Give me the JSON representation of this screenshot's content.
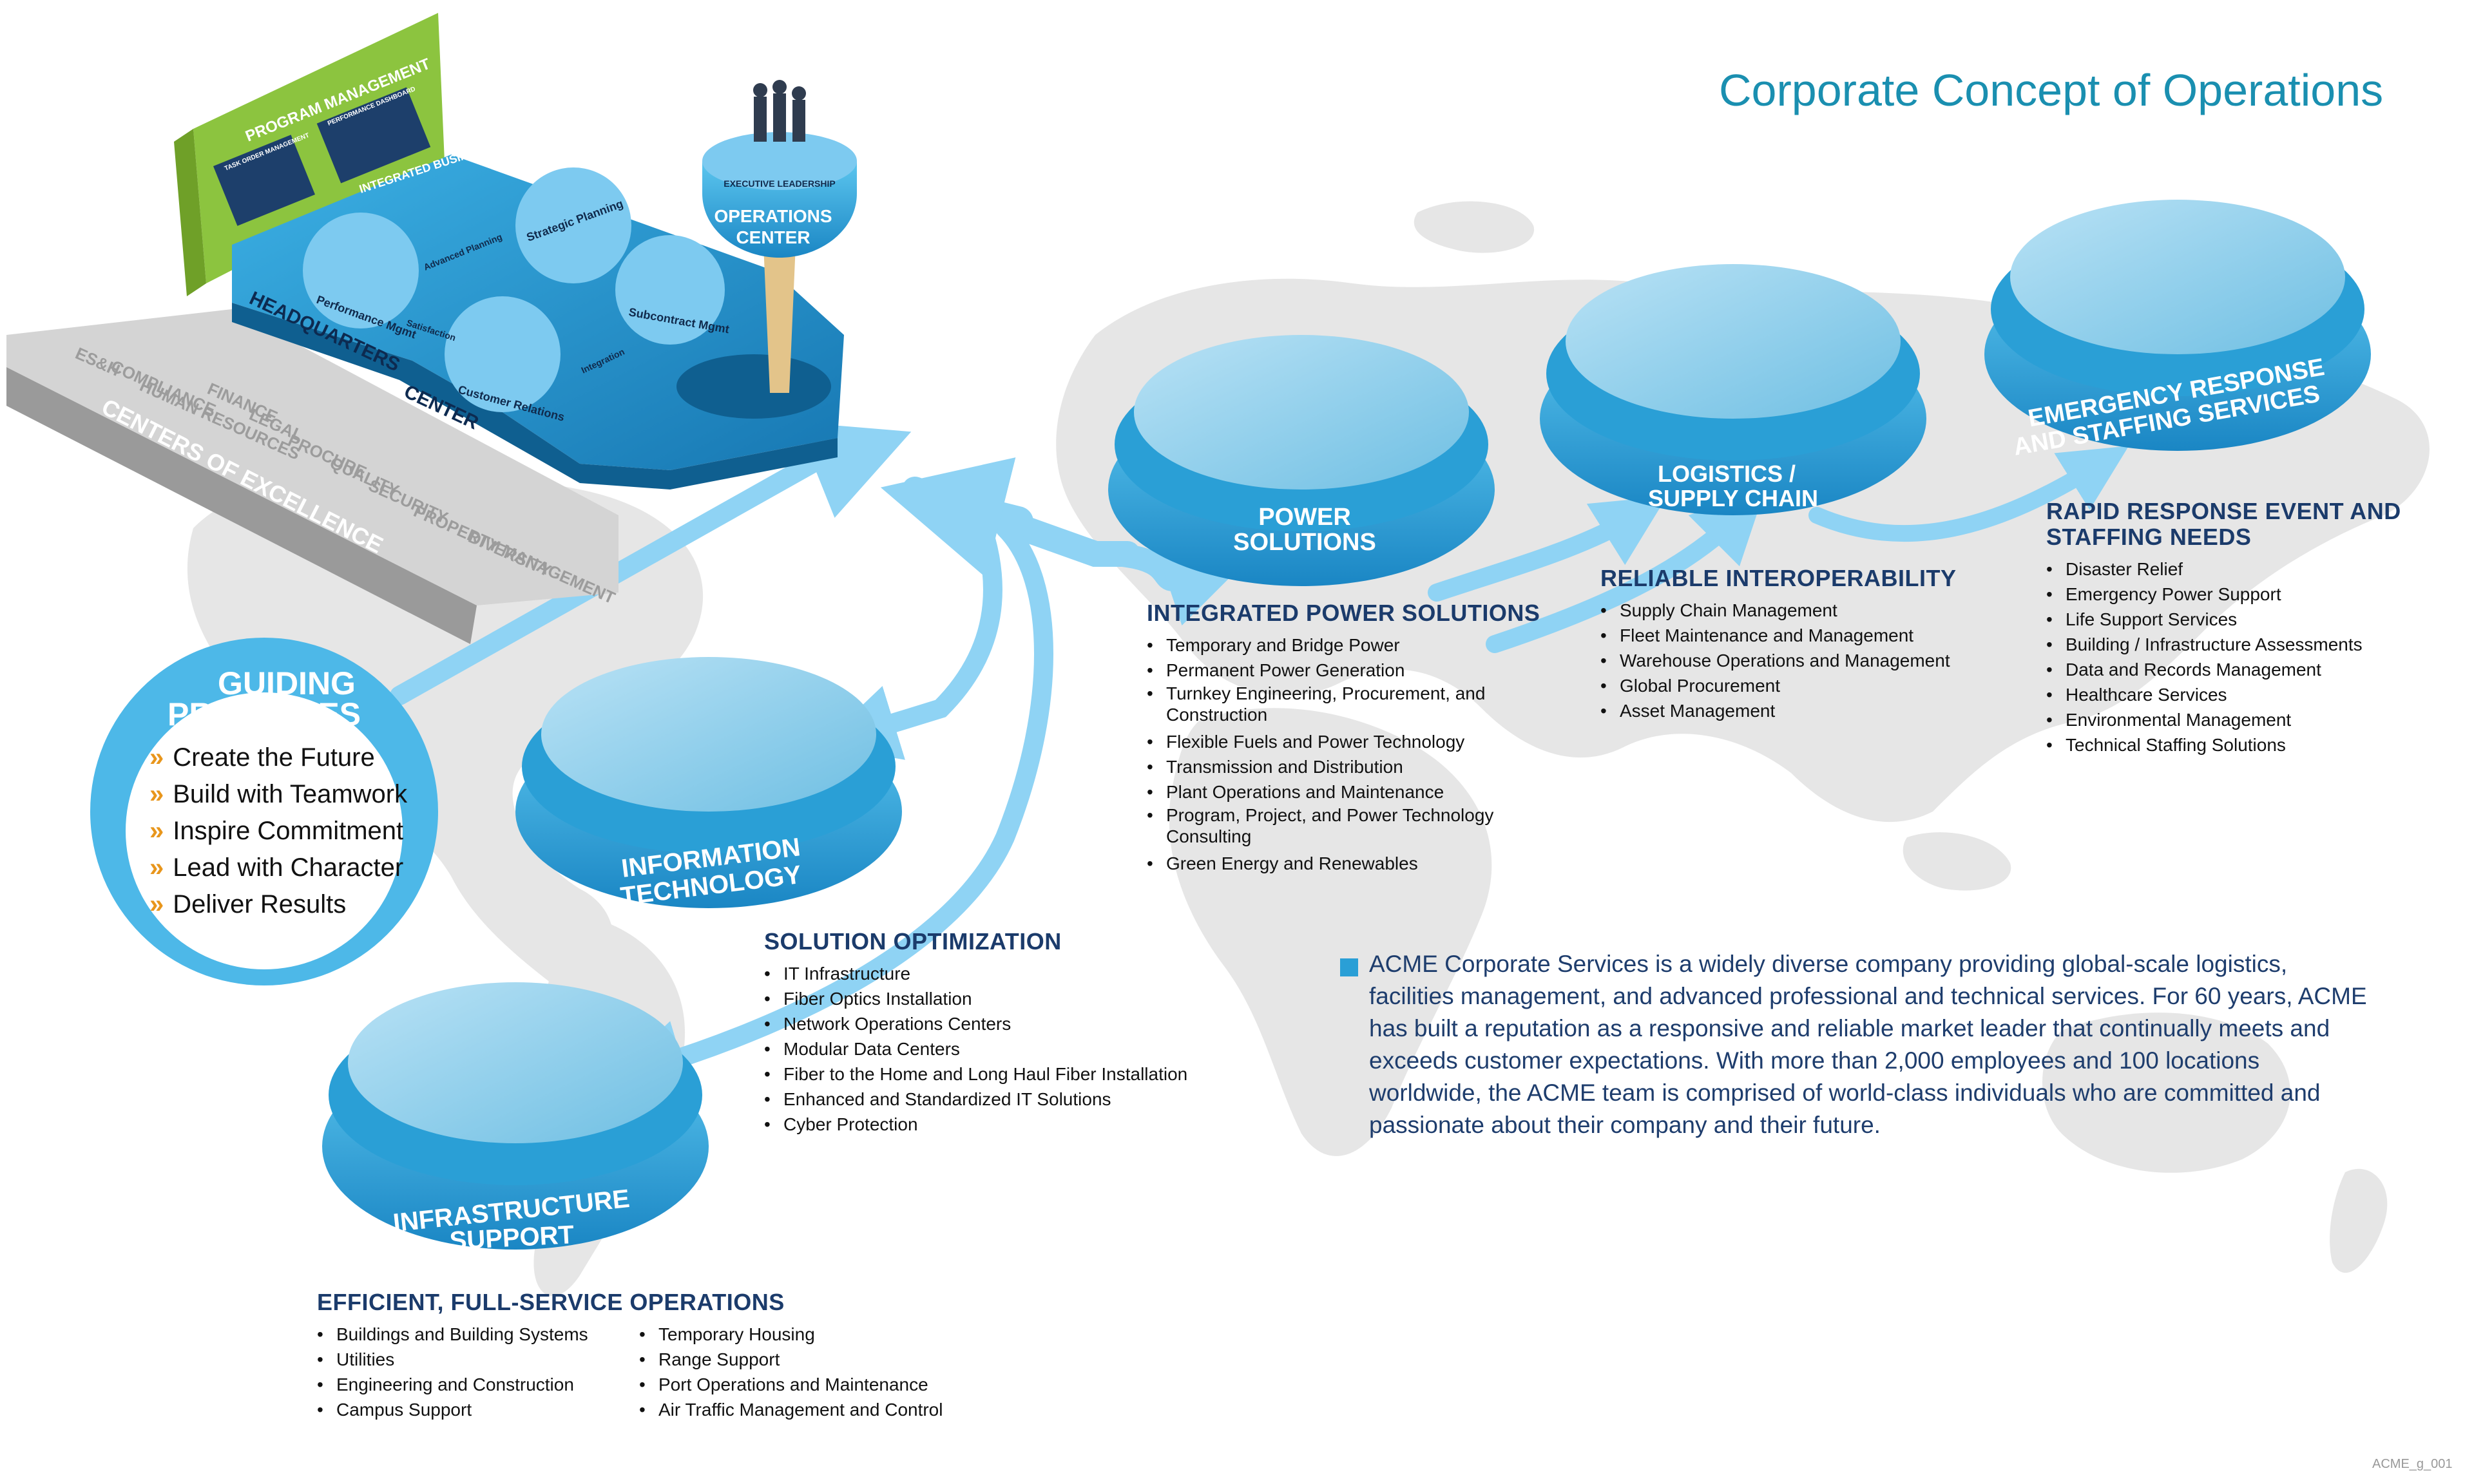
{
  "title": "Corporate Concept of Operations",
  "headquarters": {
    "label_line1": "HEADQUARTERS",
    "label_line2": "CENTER",
    "program_management": "PROGRAM MANAGEMENT",
    "integrated_business_systems": "INTEGRATED BUSINESS SYSTEMS",
    "task_order_management": "TASK ORDER MANAGEMENT",
    "performance_dashboard": "PERFORMANCE DASHBOARD",
    "performance_mgmt": "Performance Mgmt",
    "strategic_planning": "Strategic Planning",
    "subcontract_mgmt": "Subcontract Mgmt",
    "customer_relations": "Customer Relations",
    "advanced_planning": "Advanced Planning",
    "satisfaction": "Satisfaction",
    "integration": "Integration"
  },
  "centers_of_excellence": {
    "label": "CENTERS OF EXCELLENCE",
    "items": [
      "ES&H",
      "COMPLIANCE",
      "HUMAN RESOURCES",
      "FINANCE",
      "LEGAL",
      "PROCURE",
      "QUALITY",
      "SECURITY",
      "PROPERTY MANAGEMENT",
      "DIVERSITY"
    ]
  },
  "operations_center": {
    "line1": "OPERATIONS",
    "line2": "CENTER",
    "executive": "EXECUTIVE LEADERSHIP"
  },
  "guiding_principles": {
    "title_line1": "GUIDING",
    "title_line2": "PRINCIPLES",
    "chevron": "»",
    "items": [
      "Create the Future",
      "Build with Teamwork",
      "Inspire Commitment",
      "Lead with Character",
      "Deliver Results"
    ]
  },
  "hubs": {
    "power": {
      "line1": "POWER",
      "line2": "SOLUTIONS"
    },
    "logistics": {
      "line1": "LOGISTICS /",
      "line2": "SUPPLY CHAIN"
    },
    "emergency": {
      "line1": "EMERGENCY RESPONSE",
      "line2": "AND STAFFING SERVICES"
    },
    "it": {
      "line1": "INFORMATION",
      "line2": "TECHNOLOGY"
    },
    "infra": {
      "line1": "INFRASTRUCTURE",
      "line2": "SUPPORT"
    }
  },
  "sections": {
    "power": {
      "heading": "INTEGRATED POWER SOLUTIONS",
      "items": [
        "Temporary and Bridge Power",
        "Permanent Power Generation",
        "Turnkey Engineering, Procurement, and Construction",
        "Flexible Fuels and Power Technology",
        "Transmission and Distribution",
        "Plant Operations and Maintenance",
        "Program, Project, and Power Technology Consulting",
        "Green Energy and Renewables"
      ]
    },
    "logistics": {
      "heading": "RELIABLE INTEROPERABILITY",
      "items": [
        "Supply Chain Management",
        "Fleet Maintenance and Management",
        "Warehouse Operations and Management",
        "Global Procurement",
        "Asset Management"
      ]
    },
    "emergency": {
      "heading_line1": "RAPID RESPONSE EVENT AND",
      "heading_line2": "STAFFING NEEDS",
      "items": [
        "Disaster Relief",
        "Emergency Power Support",
        "Life Support Services",
        "Building / Infrastructure Assessments",
        "Data and Records Management",
        "Healthcare Services",
        "Environmental Management",
        "Technical Staffing Solutions"
      ]
    },
    "it": {
      "heading": "SOLUTION OPTIMIZATION",
      "items": [
        "IT Infrastructure",
        "Fiber Optics Installation",
        "Network Operations Centers",
        "Modular Data Centers",
        "Fiber to the Home and Long Haul Fiber Installation",
        "Enhanced and Standardized IT Solutions",
        "Cyber Protection"
      ]
    },
    "infra": {
      "heading": "EFFICIENT, FULL-SERVICE OPERATIONS",
      "items_col1": [
        "Buildings and Building Systems",
        "Utilities",
        "Engineering and Construction",
        "Campus Support"
      ],
      "items_col2": [
        "Temporary Housing",
        "Range Support",
        "Port Operations and Maintenance",
        "Air Traffic Management and Control"
      ]
    }
  },
  "description": "ACME Corporate Services is a widely diverse company providing global-scale logistics, facilities management, and advanced professional and technical services. For 60 years, ACME has built a reputation as a responsive and reliable market leader that continually meets and exceeds customer expectations. With more than 2,000 employees and 100 locations worldwide, the ACME team is comprised of world-class individuals who are committed and passionate about their company and their future.",
  "credit": "ACME_g_001",
  "colors": {
    "title": "#1a8fb0",
    "heading": "#1b3b6b",
    "hub_blue": "#2aa3d8",
    "arrow_blue": "#8fd3f4",
    "chevron": "#e8961c",
    "hq_green": "#8cc43f",
    "map_gray": "#e6e6e6"
  }
}
